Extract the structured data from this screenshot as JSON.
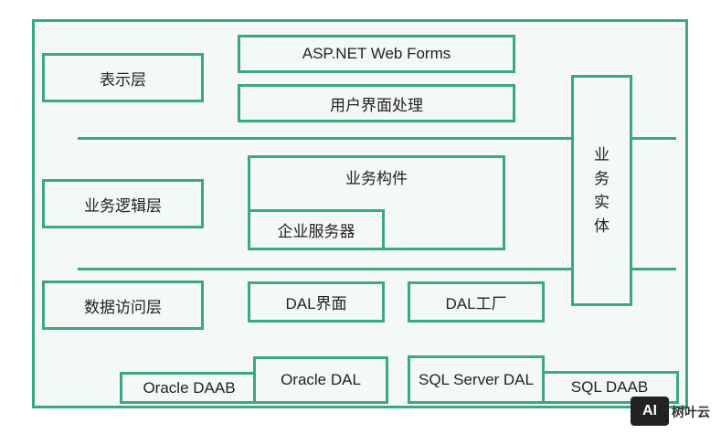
{
  "layers": {
    "presentation": "表示层",
    "business_logic": "业务逻辑层",
    "data_access": "数据访问层"
  },
  "presentation": {
    "web_forms": "ASP.NET Web Forms",
    "ui_processing": "用户界面处理"
  },
  "business": {
    "components": "业务构件",
    "enterprise_services": "企业服务器",
    "entity": [
      "业",
      "务",
      "实",
      "体"
    ]
  },
  "data": {
    "dal_interface": "DAL界面",
    "dal_factory": "DAL工厂",
    "oracle_daab": "Oracle DAAB",
    "oracle_dal": "Oracle DAL",
    "sql_server_dal": "SQL Server DAL",
    "sql_daab": "SQL DAAB"
  },
  "watermark": {
    "logo": "AI",
    "text": "树叶云"
  },
  "colors": {
    "accent": "#3aa881",
    "fill": "#f4f8f6"
  }
}
